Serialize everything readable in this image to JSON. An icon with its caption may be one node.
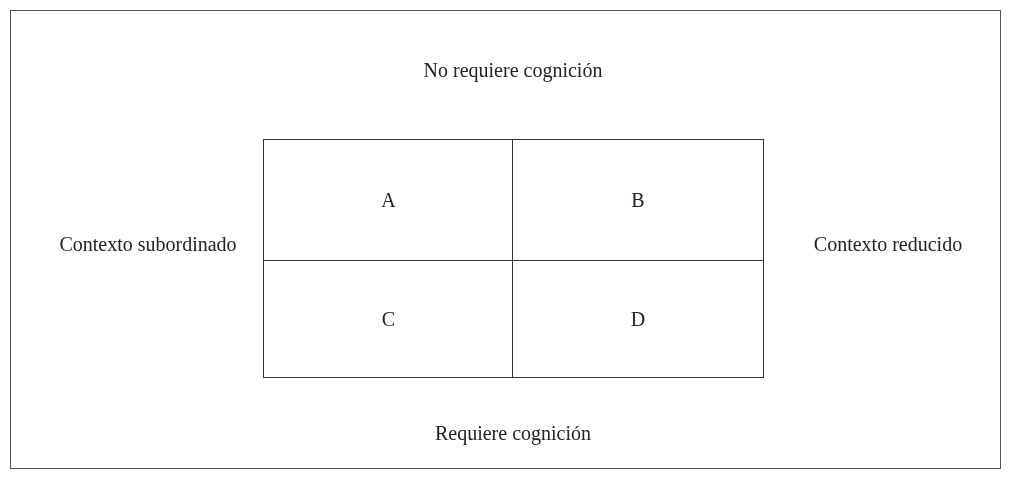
{
  "diagram": {
    "nodes": [
      {
        "text": [
          "A"
        ]
      },
      {
        "text": [
          "B"
        ]
      },
      {
        "text": [
          "C"
        ]
      },
      {
        "text": [
          "D"
        ]
      }
    ],
    "labels": [
      "No requiere cognición",
      "Contexto subordinado",
      "Contexto reducido",
      "Requiere cognición"
    ]
  }
}
